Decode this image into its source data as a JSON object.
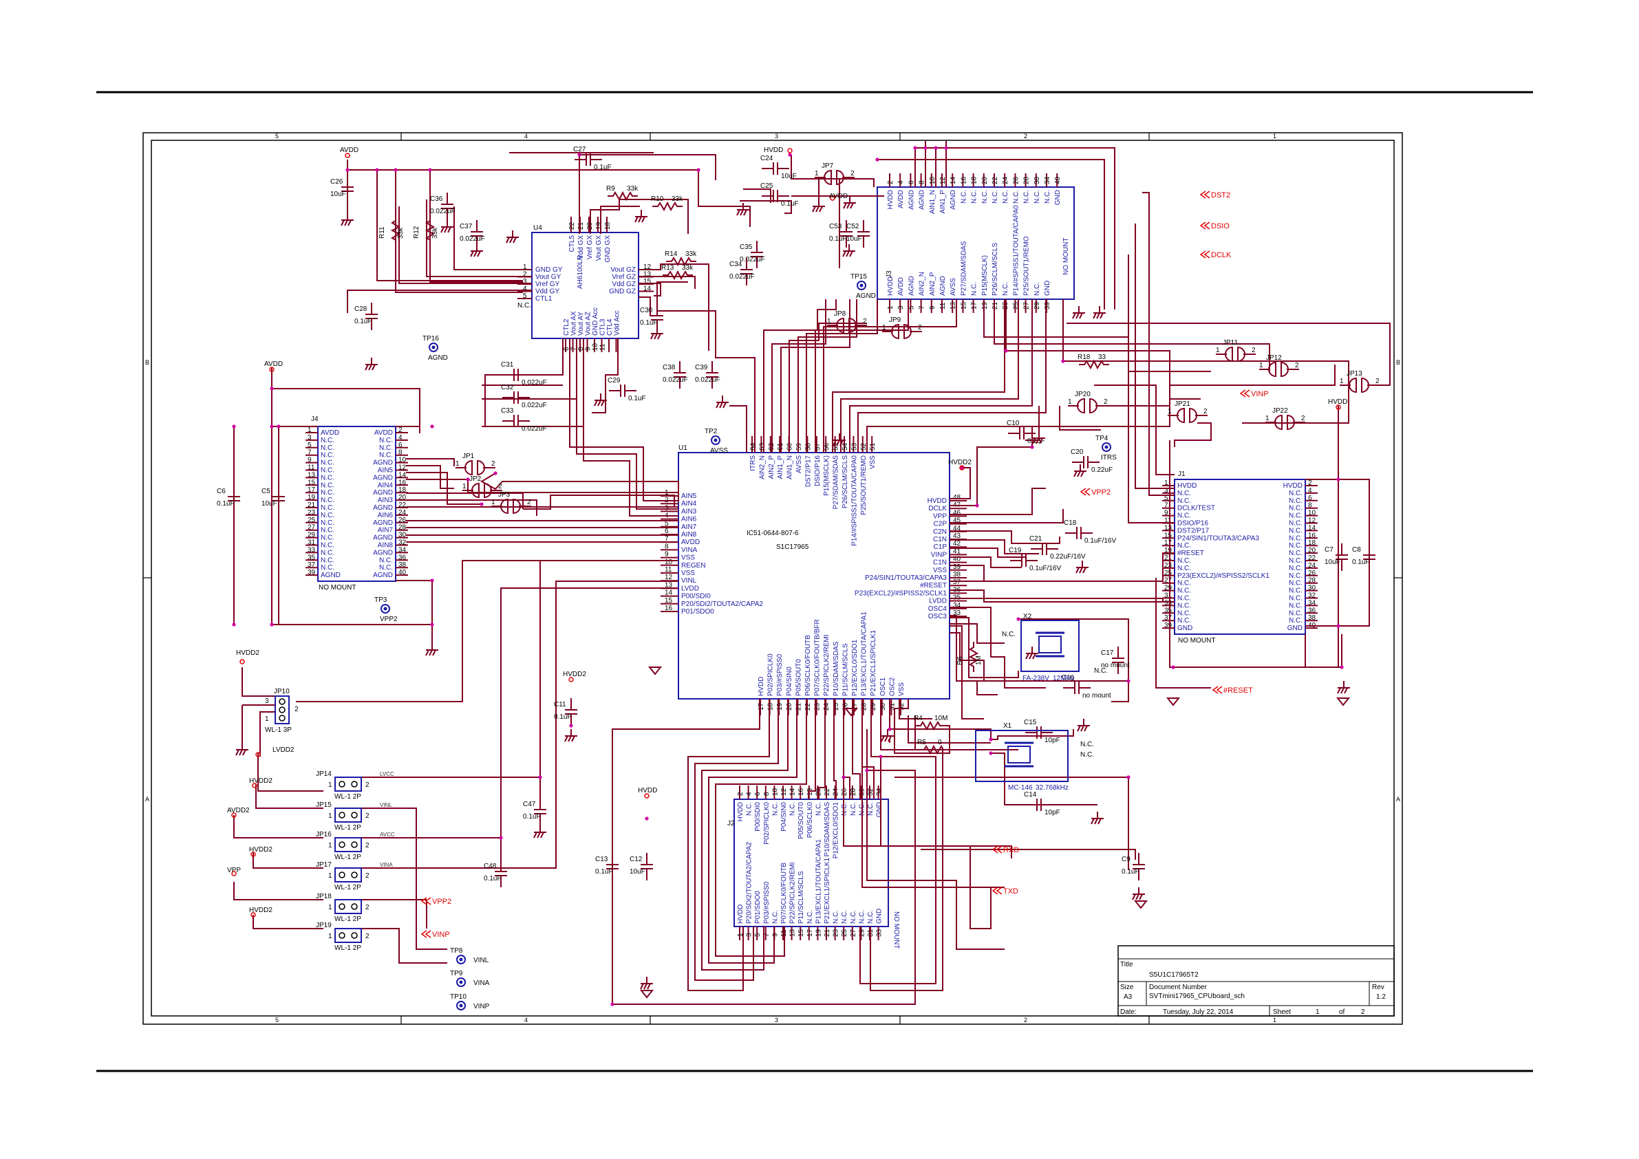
{
  "title_block": {
    "title_label": "Title",
    "title": "S5U1C17965T2",
    "size_label": "Size",
    "size": "A3",
    "docnum_label": "Document Number",
    "docnum": "SVTmini17965_CPUboard_sch",
    "rev_label": "Rev",
    "rev": "1.2",
    "date_label": "Date:",
    "date": "Tuesday, July 22, 2014",
    "sheet_label": "Sheet",
    "sheet_num": "1",
    "of_label": "of",
    "sheet_total": "2"
  },
  "border": {
    "cols": [
      "5",
      "4",
      "3",
      "2",
      "1"
    ],
    "rows": [
      "B",
      "A"
    ]
  },
  "main_ic": {
    "ref": "U1",
    "part": "IC51-0644-807-6",
    "name": "S1C17965",
    "left_pins": [
      {
        "n": "1",
        "name": "AIN5"
      },
      {
        "n": "2",
        "name": "AIN4"
      },
      {
        "n": "3",
        "name": "AIN3"
      },
      {
        "n": "4",
        "name": "AIN6"
      },
      {
        "n": "5",
        "name": "AIN7"
      },
      {
        "n": "6",
        "name": "AIN8"
      },
      {
        "n": "7",
        "name": "AVDD"
      },
      {
        "n": "8",
        "name": "VINA"
      },
      {
        "n": "9",
        "name": "VSS"
      },
      {
        "n": "10",
        "name": "REGEN"
      },
      {
        "n": "11",
        "name": "VSS"
      },
      {
        "n": "12",
        "name": "VINL"
      },
      {
        "n": "13",
        "name": "LVDD"
      },
      {
        "n": "14",
        "name": "P00/SDI0"
      },
      {
        "n": "15",
        "name": "P20/SDI2/TOUTA2/CAPA2"
      },
      {
        "n": "16",
        "name": "P01/SDO0"
      }
    ],
    "right_pins": [
      {
        "n": "48",
        "name": "HVDD"
      },
      {
        "n": "47",
        "name": "DCLK"
      },
      {
        "n": "46",
        "name": "VPP"
      },
      {
        "n": "45",
        "name": "C2P"
      },
      {
        "n": "44",
        "name": "C2N"
      },
      {
        "n": "43",
        "name": "C1N"
      },
      {
        "n": "42",
        "name": "C1P"
      },
      {
        "n": "41",
        "name": "VINP"
      },
      {
        "n": "40",
        "name": "C1N"
      },
      {
        "n": "39",
        "name": "VSS"
      },
      {
        "n": "38",
        "name": "P24/SIN1/TOUTA3/CAPA3"
      },
      {
        "n": "37",
        "name": "#RESET"
      },
      {
        "n": "36",
        "name": "P23(EXCL2)/#SPISS2/SCLK1"
      },
      {
        "n": "35",
        "name": "LVDD"
      },
      {
        "n": "34",
        "name": "OSC4"
      },
      {
        "n": "33",
        "name": "OSC3"
      }
    ],
    "top_pins": [
      {
        "n": "64",
        "name": "ITRS"
      },
      {
        "n": "63",
        "name": "AIN2_N"
      },
      {
        "n": "62",
        "name": "AIN2_P"
      },
      {
        "n": "61",
        "name": "AIN1_P"
      },
      {
        "n": "60",
        "name": "AIN1_N"
      },
      {
        "n": "59",
        "name": "AVSS"
      },
      {
        "n": "58",
        "name": "DST2/P17"
      },
      {
        "n": "57",
        "name": "DSIO/P16"
      },
      {
        "n": "56",
        "name": "P15(MSCLK)"
      },
      {
        "n": "55",
        "name": "P27/SDAM/SDA5"
      },
      {
        "n": "54",
        "name": "P26/SCLM/SCLS"
      },
      {
        "n": "53",
        "name": "P14/#SPISS1/TOUTA/CAPA0"
      },
      {
        "n": "52",
        "name": "P25/SOUT1/REMO"
      },
      {
        "n": "51",
        "name": "VSS"
      }
    ],
    "bottom_pins": [
      {
        "n": "17",
        "name": "HVDD"
      },
      {
        "n": "18",
        "name": "P02/SPICLK0"
      },
      {
        "n": "19",
        "name": "P03/#SPISS0"
      },
      {
        "n": "20",
        "name": "P04/SIN0"
      },
      {
        "n": "21",
        "name": "P05/SOUT0"
      },
      {
        "n": "22",
        "name": "P06/SCLK0/FOUTB"
      },
      {
        "n": "23",
        "name": "P07/SCLK0/FOUTB/BFR"
      },
      {
        "n": "24",
        "name": "P22/SPICLK2/REMI"
      },
      {
        "n": "25",
        "name": "P10/SDAM/SDAS"
      },
      {
        "n": "26",
        "name": "P11/SCLM/SCLS"
      },
      {
        "n": "27",
        "name": "P12/EXCL0/SDO1"
      },
      {
        "n": "28",
        "name": "P13/EXCL1/TOUTA/CAPA1"
      },
      {
        "n": "29",
        "name": "P21/EXCL1/SPICLK1"
      },
      {
        "n": "30",
        "name": "OSC1"
      },
      {
        "n": "31",
        "name": "OSC2"
      },
      {
        "n": "32",
        "name": "VSS"
      }
    ]
  },
  "u4": {
    "ref": "U4",
    "part": "AH6100LR",
    "left_pins": [
      {
        "n": "1",
        "name": "GND GY"
      },
      {
        "n": "2",
        "name": "Vout GY"
      },
      {
        "n": "3",
        "name": "Vref GY"
      },
      {
        "n": "4",
        "name": "Vdd GY"
      },
      {
        "n": "5",
        "name": "CTL1"
      }
    ],
    "right_pins": [
      {
        "n": "12",
        "name": "Vout GZ"
      },
      {
        "n": "13",
        "name": "Vref GZ"
      },
      {
        "n": "15",
        "name": "Vdd GZ"
      },
      {
        "n": "14",
        "name": "GND GZ"
      }
    ],
    "top_pins": [
      {
        "n": "22",
        "name": "CTL5"
      },
      {
        "n": "21",
        "name": "Vdd GX"
      },
      {
        "n": "20",
        "name": "Vref GX"
      },
      {
        "n": "19",
        "name": "Vout GX"
      },
      {
        "n": "18",
        "name": "GND GX"
      }
    ],
    "bottom_pins": [
      {
        "n": "6",
        "name": "CTL2"
      },
      {
        "n": "7",
        "name": "Vout AX"
      },
      {
        "n": "8",
        "name": "Vout AY"
      },
      {
        "n": "9",
        "name": "Vout AZ"
      },
      {
        "n": "10",
        "name": "GND Acc"
      },
      {
        "n": "11",
        "name": "CTL3"
      },
      {
        "n": "",
        "name": "CTL4"
      },
      {
        "n": "",
        "name": "Vdd Acc"
      }
    ],
    "nc_label": "N.C."
  },
  "j4": {
    "ref": "J4",
    "note": "NO MOUNT",
    "left": [
      "AVDD",
      "N.C.",
      "N.C.",
      "N.C.",
      "N.C.",
      "N.C.",
      "N.C.",
      "N.C.",
      "N.C.",
      "N.C.",
      "N.C.",
      "N.C.",
      "N.C.",
      "N.C.",
      "N.C.",
      "N.C.",
      "N.C.",
      "N.C.",
      "N.C.",
      "AGND"
    ],
    "left_nums": [
      "1",
      "3",
      "5",
      "7",
      "9",
      "11",
      "13",
      "15",
      "17",
      "19",
      "21",
      "23",
      "25",
      "27",
      "29",
      "31",
      "33",
      "35",
      "37",
      "39"
    ],
    "right": [
      "AVDD",
      "N.C.",
      "N.C.",
      "N.C.",
      "AGND",
      "AIN5",
      "AGND",
      "AIN4",
      "AGND",
      "AIN3",
      "AGND",
      "AIN6",
      "AGND",
      "AIN7",
      "AGND",
      "AIN8",
      "AGND",
      "N.C.",
      "N.C.",
      "AGND"
    ],
    "right_nums": [
      "2",
      "4",
      "6",
      "8",
      "10",
      "12",
      "14",
      "16",
      "18",
      "20",
      "22",
      "24",
      "26",
      "28",
      "30",
      "32",
      "34",
      "36",
      "38",
      "40"
    ]
  },
  "j1": {
    "ref": "J1",
    "note": "NO MOUNT",
    "left": [
      "HVDD",
      "N.C.",
      "N.C.",
      "DCLK/TEST",
      "N.C.",
      "DSIO/P16",
      "DST2/P17",
      "P24/SIN1/TOUTA3/CAPA3",
      "N.C.",
      "#RESET",
      "N.C.",
      "N.C.",
      "P23(EXCL2)/#SPISS2/SCLK1",
      "N.C.",
      "N.C.",
      "N.C.",
      "N.C.",
      "N.C.",
      "N.C.",
      "GND"
    ],
    "left_nums": [
      "1",
      "3",
      "5",
      "7",
      "9",
      "11",
      "13",
      "15",
      "17",
      "19",
      "21",
      "23",
      "25",
      "27",
      "29",
      "31",
      "33",
      "35",
      "37",
      "39"
    ],
    "right": [
      "HVDD",
      "N.C.",
      "N.C.",
      "N.C.",
      "N.C.",
      "N.C.",
      "N.C.",
      "N.C.",
      "N.C.",
      "N.C.",
      "N.C.",
      "N.C.",
      "N.C.",
      "N.C.",
      "N.C.",
      "N.C.",
      "N.C.",
      "N.C.",
      "N.C.",
      "GND"
    ],
    "right_nums": [
      "2",
      "4",
      "6",
      "8",
      "10",
      "12",
      "14",
      "16",
      "18",
      "20",
      "22",
      "24",
      "26",
      "28",
      "30",
      "32",
      "34",
      "36",
      "38",
      "40"
    ]
  },
  "j3": {
    "ref": "J3",
    "note": "NO MOUNT",
    "top": [
      "HVDD",
      "AVDD",
      "AGND",
      "AGND",
      "AIN1_N",
      "AIN1_P",
      "AGND",
      "N.C.",
      "N.C.",
      "N.C.",
      "N.C.",
      "N.C.",
      "N.C.",
      "N.C.",
      "N.C.",
      "N.C.",
      "GND"
    ],
    "top_nums": [
      "2",
      "4",
      "6",
      "8",
      "10",
      "12",
      "14",
      "16",
      "18",
      "20",
      "22",
      "24",
      "26",
      "28",
      "30",
      "34",
      "40"
    ],
    "bottom": [
      "HVDD",
      "AVDD",
      "AGND",
      "AIN2_N",
      "AIN2_P",
      "AGND",
      "AVSS",
      "P27/SDAM/SDAS",
      "N.C.",
      "P15(MSCLK)",
      "P26/SCLM/SCLS",
      "N.C.",
      "P14/#SPISS1/TOUTA/CAPA0",
      "P25/SOUT1/REMO",
      "N.C.",
      "GND"
    ],
    "bottom_nums": [
      "1",
      "3",
      "5",
      "7",
      "9",
      "11",
      "13",
      "15",
      "17",
      "19",
      "21",
      "23",
      "25",
      "27",
      "29",
      "39"
    ]
  },
  "j2": {
    "ref": "J2",
    "note": "NO MOUNT",
    "top": [
      "HVDD",
      "N.C.",
      "P00/SDI0",
      "P02/SPICLK0",
      "N.C.",
      "P04/SIN0",
      "N.C.",
      "P05/SOUT0",
      "P06/SCLK0",
      "N.C.",
      "P10/SDAM/SDAS",
      "P12/EXCL0/SDO1",
      "N.C.",
      "N.C.",
      "N.C.",
      "N.C.",
      "GND"
    ],
    "bottom": [
      "HVDD",
      "P20/SDI2/TOUTA2/CAPA2",
      "P01/SDO0",
      "P03/#SPISS0",
      "N.C.",
      "P07/SCLK0/FOUTB",
      "P22/SPICLK2/REMI",
      "P11/SCLM/SCLS",
      "N.C.",
      "P13/EXCL1/TOUTA/CAPA1",
      "P21/EXCL1/SPICLK1",
      "N.C.",
      "N.C.",
      "N.C.",
      "N.C.",
      "N.C.",
      "GND"
    ]
  },
  "power": {
    "avdd": "AVDD",
    "hvdd": "HVDD",
    "hvdd2": "HVDD2",
    "lvdd2": "LVDD2",
    "avdd2": "AVDD2",
    "vpp": "VPP"
  },
  "caps": [
    {
      "ref": "C26",
      "val": "10uF"
    },
    {
      "ref": "C27",
      "val": "0.1uF"
    },
    {
      "ref": "C36",
      "val": "0.022uF"
    },
    {
      "ref": "C37",
      "val": "0.022uF"
    },
    {
      "ref": "C28",
      "val": "0.1uF"
    },
    {
      "ref": "C24",
      "val": "10uF"
    },
    {
      "ref": "C25",
      "val": "0.1uF"
    },
    {
      "ref": "C53",
      "val": "0.1uF"
    },
    {
      "ref": "C52",
      "val": "10uF"
    },
    {
      "ref": "C35",
      "val": "0.022uF"
    },
    {
      "ref": "C34",
      "val": "0.022uF"
    },
    {
      "ref": "C30",
      "val": "0.1uF"
    },
    {
      "ref": "C38",
      "val": "0.022uF"
    },
    {
      "ref": "C39",
      "val": "0.022uF"
    },
    {
      "ref": "C31",
      "val": "0.022uF"
    },
    {
      "ref": "C32",
      "val": "0.022uF"
    },
    {
      "ref": "C33",
      "val": "0.022uF"
    },
    {
      "ref": "C29",
      "val": "0.1uF"
    },
    {
      "ref": "C6",
      "val": "0.1uF"
    },
    {
      "ref": "C5",
      "val": "10uF"
    },
    {
      "ref": "C10",
      "val": "0.1uF"
    },
    {
      "ref": "C20",
      "val": "0.22uF"
    },
    {
      "ref": "C18",
      "val": "0.1uF/16V"
    },
    {
      "ref": "C21",
      "val": "0.22uF/16V"
    },
    {
      "ref": "C19",
      "val": "0.1uF/16V"
    },
    {
      "ref": "C7",
      "val": "10uF"
    },
    {
      "ref": "C8",
      "val": "0.1uF"
    },
    {
      "ref": "C11",
      "val": "0.1uF"
    },
    {
      "ref": "C47",
      "val": "0.1uF"
    },
    {
      "ref": "C48",
      "val": "0.1uF"
    },
    {
      "ref": "C13",
      "val": "0.1uF"
    },
    {
      "ref": "C12",
      "val": "10uF"
    },
    {
      "ref": "C15",
      "val": "10pF"
    },
    {
      "ref": "C14",
      "val": "10pF"
    },
    {
      "ref": "C9",
      "val": "0.1uF"
    },
    {
      "ref": "C17",
      "val": "no mount"
    },
    {
      "ref": "C16",
      "val": "no mount"
    }
  ],
  "resistors": [
    {
      "ref": "R9",
      "val": "33k"
    },
    {
      "ref": "R10",
      "val": "33k"
    },
    {
      "ref": "R11",
      "val": "33k"
    },
    {
      "ref": "R12",
      "val": "33k"
    },
    {
      "ref": "R14",
      "val": "33k"
    },
    {
      "ref": "R13",
      "val": "33k"
    },
    {
      "ref": "R18",
      "val": "33"
    },
    {
      "ref": "R6",
      "val": "1M"
    },
    {
      "ref": "R4",
      "val": "10M"
    },
    {
      "ref": "R5",
      "val": "0"
    }
  ],
  "crystals": [
    {
      "ref": "X2",
      "part": "FA-238V",
      "freq": "12MHz"
    },
    {
      "ref": "X1",
      "part": "MC-146",
      "freq": "32.768kHz"
    }
  ],
  "jumpers": [
    "JP1",
    "JP2",
    "JP3",
    "JP7",
    "JP8",
    "JP9",
    "JP11",
    "JP12",
    "JP13",
    "JP20",
    "JP21",
    "JP22"
  ],
  "wl_jumpers": [
    {
      "ref": "JP10",
      "type": "WL-1 3P",
      "net": ""
    },
    {
      "ref": "JP14",
      "type": "WL-1 2P",
      "net": "LVCC"
    },
    {
      "ref": "JP15",
      "type": "WL-1 2P",
      "net": "VINL"
    },
    {
      "ref": "JP16",
      "type": "WL-1 2P",
      "net": "AVCC"
    },
    {
      "ref": "JP17",
      "type": "WL-1 2P",
      "net": "VINA"
    },
    {
      "ref": "JP18",
      "type": "WL-1 2P",
      "net": ""
    },
    {
      "ref": "JP19",
      "type": "WL-1 2P",
      "net": ""
    }
  ],
  "testpoints": [
    {
      "ref": "TP16",
      "net": "AGND"
    },
    {
      "ref": "TP15",
      "net": "AGND"
    },
    {
      "ref": "TP2",
      "net": "AVSS"
    },
    {
      "ref": "TP4",
      "net": "ITRS"
    },
    {
      "ref": "TP3",
      "net": "VPP2"
    },
    {
      "ref": "TP8",
      "net": "VINL"
    },
    {
      "ref": "TP9",
      "net": "VINA"
    },
    {
      "ref": "TP10",
      "net": "VINP"
    }
  ],
  "offpage": [
    "DST2",
    "DSIO",
    "DCLK",
    "VINP",
    "VPP2",
    "#RESET",
    "RXD",
    "TXD",
    "VPP2",
    "VINP"
  ],
  "misc": {
    "nc": "N.C.",
    "no_mount": "no mount"
  }
}
